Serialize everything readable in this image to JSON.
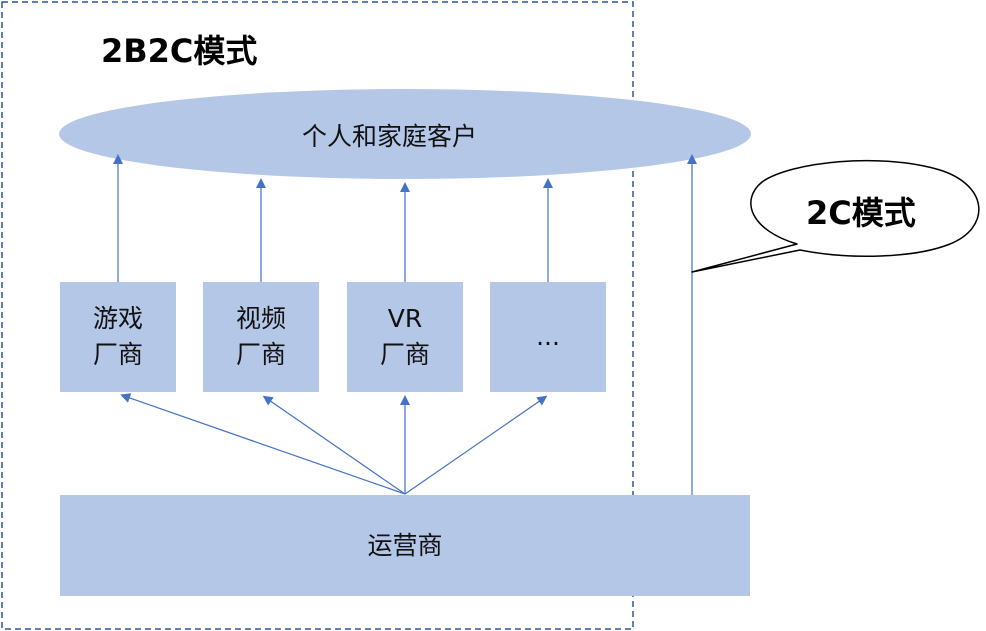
{
  "title_2b2c": "2B2C模式",
  "title_2c": "2C模式",
  "customers_label": "个人和家庭客户",
  "vendors": [
    {
      "label": "游戏\n厂商"
    },
    {
      "label": "视频\n厂商"
    },
    {
      "label": "VR\n厂商"
    },
    {
      "label": "..."
    }
  ],
  "operator_label": "运营商",
  "colors": {
    "box_fill": "#b4c7e7",
    "arrow": "#4472c4",
    "dashed_border": "#2f5597",
    "callout_stroke": "#000000"
  }
}
